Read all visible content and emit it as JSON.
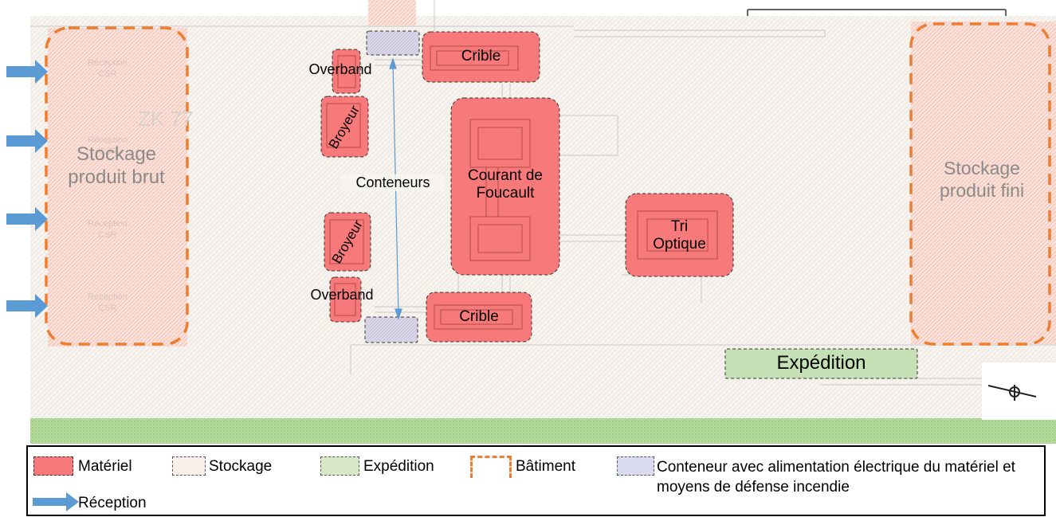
{
  "colors": {
    "materiel": "#f8797a",
    "stockage": "#fbefe9",
    "expedition": "#d6e8c6",
    "batiment": "#ed7d31",
    "conteneur": "#d9d7e8",
    "reception": "#5b9bd5"
  },
  "plan": {
    "watermark": "ZK 77",
    "reception_faint": [
      "Réception CSR",
      "Réception CSR",
      "Réception CSR",
      "Réception CSR"
    ],
    "stock_left": "Stockage produit brut",
    "stock_right": "Stockage produit fini",
    "crible_top": "Crible",
    "crible_bottom": "Crible",
    "overband_top": "Overband",
    "overband_bottom": "Overband",
    "broyeur_top": "Broyeur",
    "broyeur_bottom": "Broyeur",
    "conteneurs": "Conteneurs",
    "courant": "Courant de Foucault",
    "tri": "Tri Optique",
    "expedition": "Expédition"
  },
  "legend": {
    "materiel": "Matériel",
    "stockage": "Stockage",
    "expedition": "Expédition",
    "batiment": "Bâtiment",
    "conteneur": "Conteneur avec alimentation électrique du matériel et moyens de défense incendie",
    "reception": "Réception"
  }
}
